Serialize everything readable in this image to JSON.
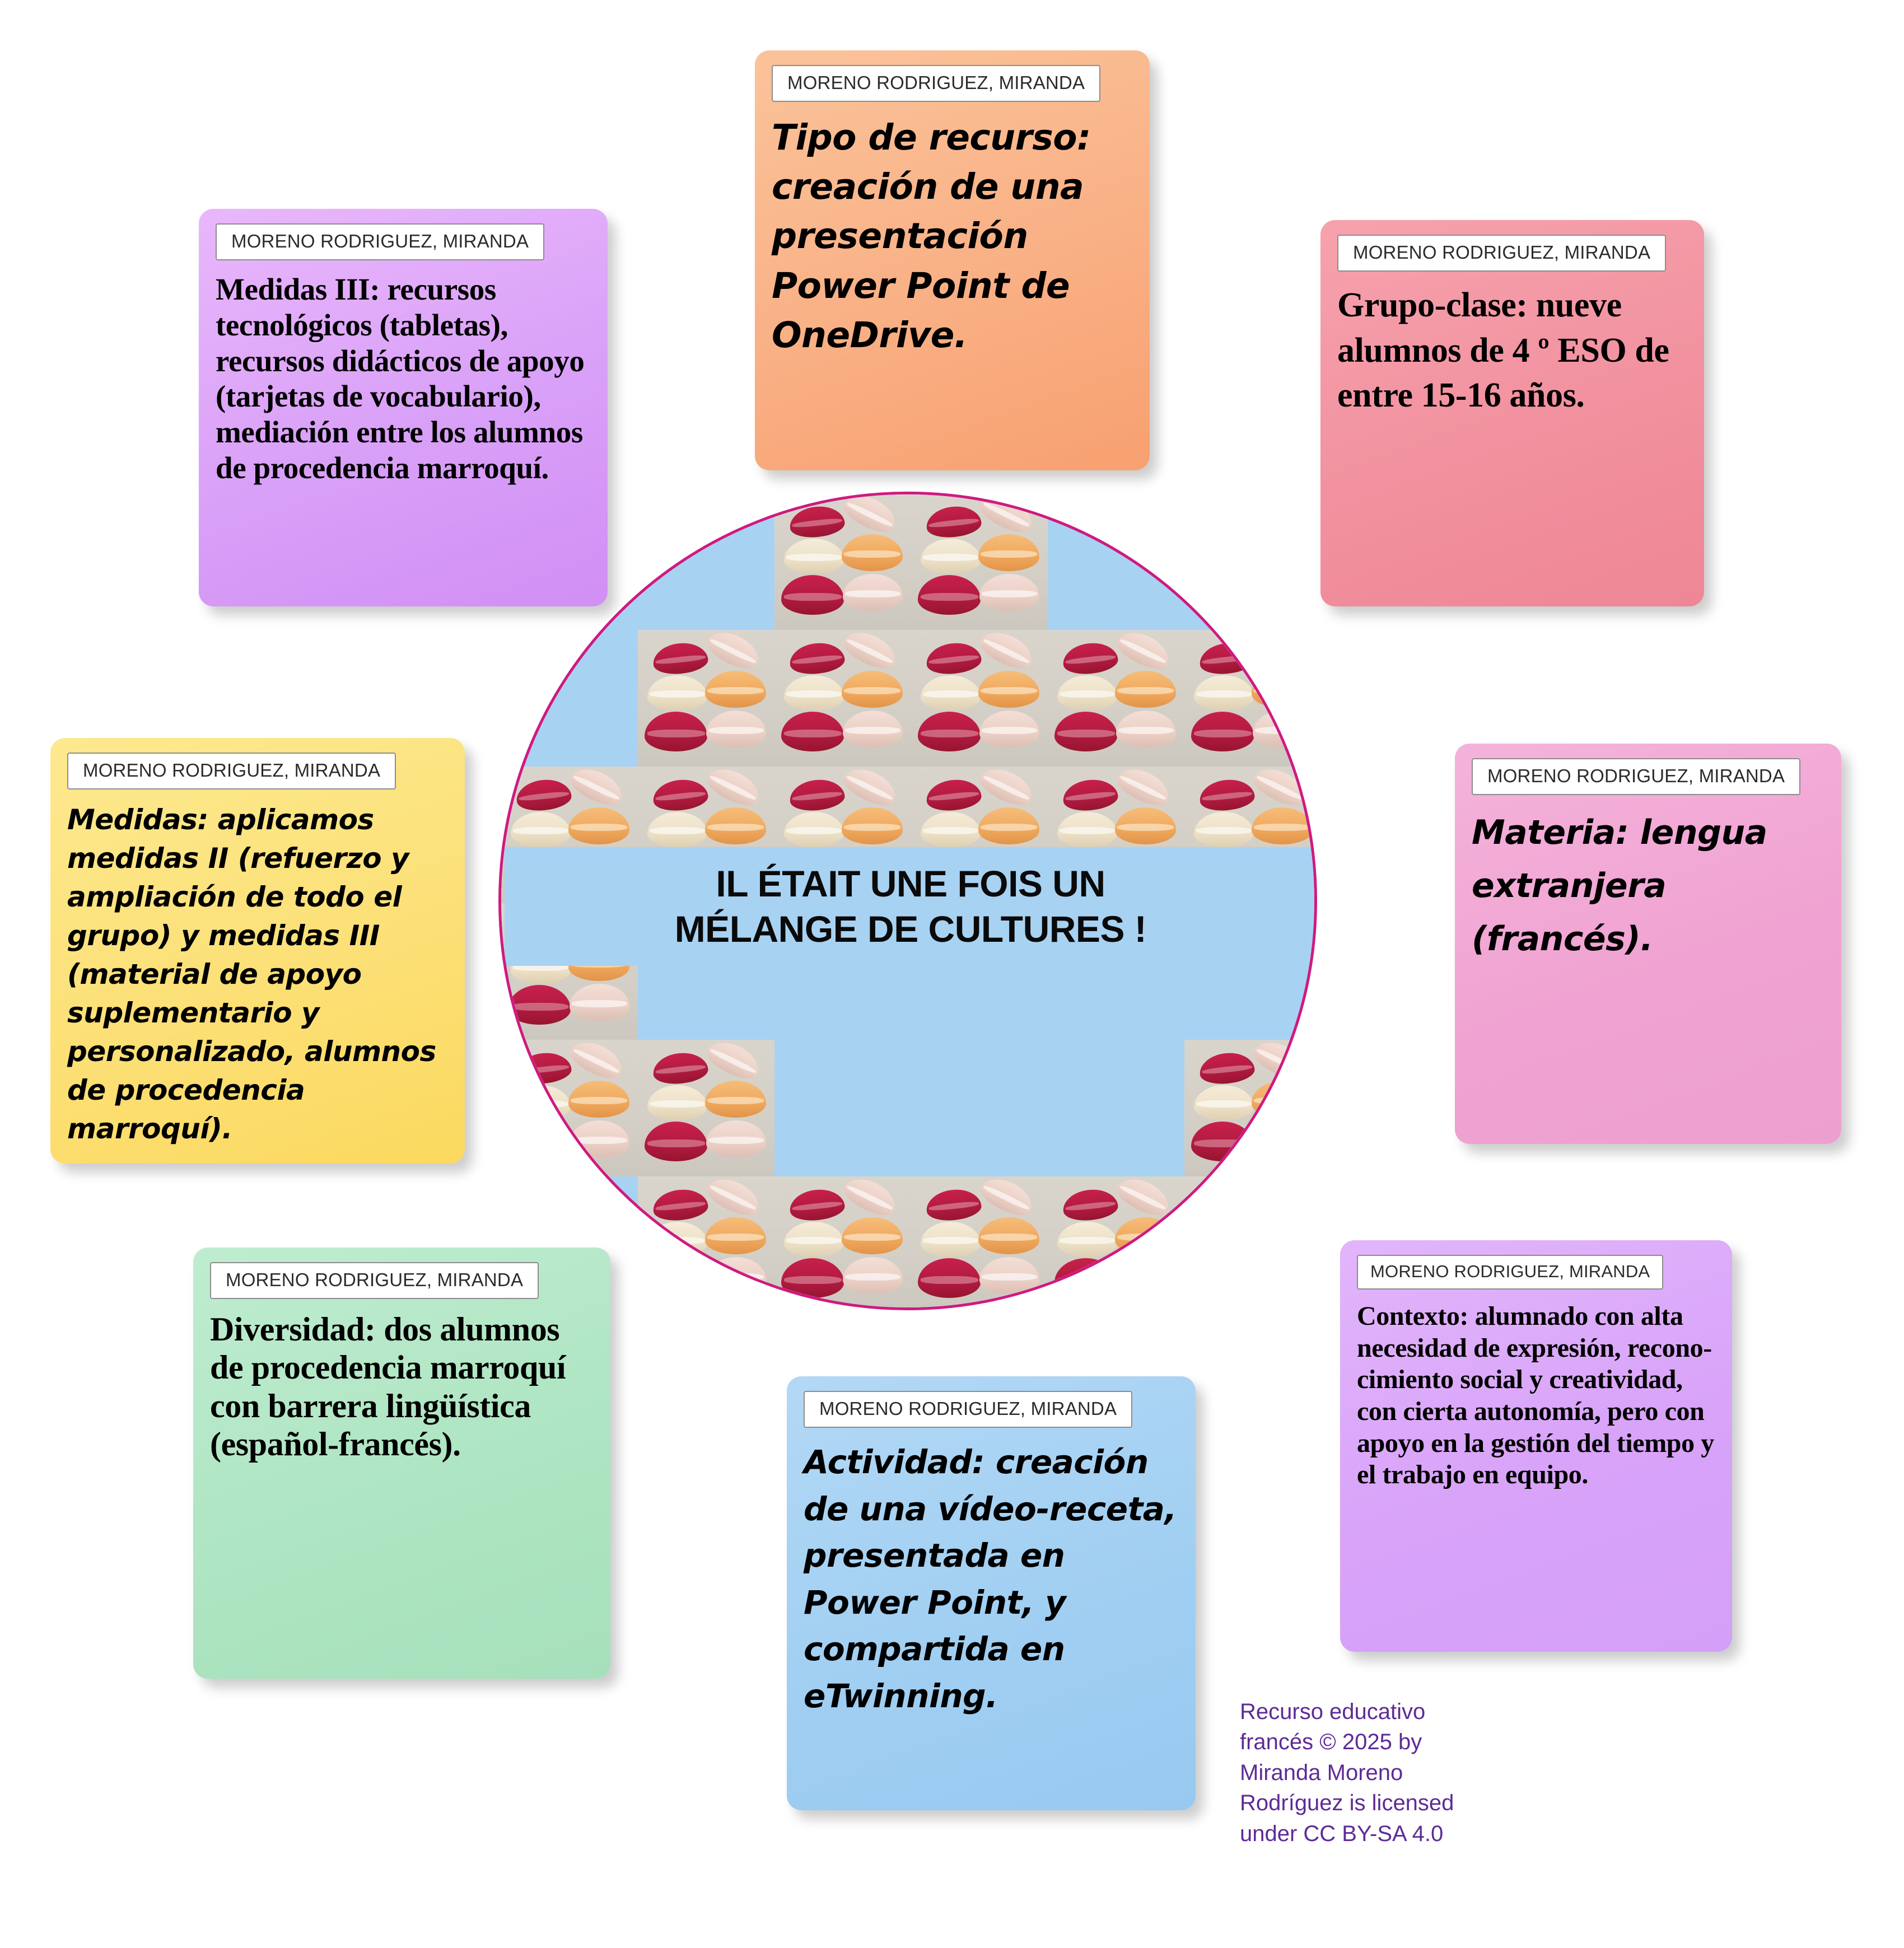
{
  "author_badge": "MORENO RODRIGUEZ, MIRANDA",
  "colors": {
    "circle_fill": "#a8d2f2",
    "circle_border": "#cf1a80",
    "license_text": "#5e2b96",
    "note_purple": "#d9a0f8",
    "note_orange": "#f9b085",
    "note_salmon": "#f2919f",
    "note_yellow": "#fce077",
    "note_pink": "#f0a3d2",
    "note_green": "#aee5c2",
    "note_blue": "#a1cff2",
    "note_violet": "#d8a3f9"
  },
  "center": {
    "title": "IL ÉTAIT UNE FOIS UN MÉLANGE DE CULTURES !",
    "image_subject": "macarons"
  },
  "notes": [
    {
      "id": "medidas3",
      "header": "MORENO RODRIGUEZ, MIRANDA",
      "body": "Medidas III: recursos tecnológicos (tabletas), recursos didácticos de apoyo (tarjetas de vocabulario), mediación entre los alumnos de procedencia marroquí.",
      "color": "#d9a0f8"
    },
    {
      "id": "tipo",
      "header": "MORENO RODRIGUEZ, MIRANDA",
      "body": "Tipo de recurso: creación de una presentación Power Point de OneDrive.",
      "color": "#f9b085"
    },
    {
      "id": "grupo",
      "header": "MORENO RODRIGUEZ, MIRANDA",
      "body": "Grupo-clase: nueve alumnos de 4 º ESO de entre 15-16 años.",
      "color": "#f2919f"
    },
    {
      "id": "medidas",
      "header": "MORENO RODRIGUEZ, MIRANDA",
      "body": "Medidas: aplicamos medidas II (refuerzo y ampliación de todo el grupo) y medidas III (material de apoyo suplementario y personalizado, alumnos de procedencia marroquí).",
      "color": "#fce077"
    },
    {
      "id": "materia",
      "header": "MORENO RODRIGUEZ, MIRANDA",
      "body": "Materia: lengua extranjera (francés).",
      "color": "#f0a3d2"
    },
    {
      "id": "diversidad",
      "header": "MORENO RODRIGUEZ, MIRANDA",
      "body": "Diversidad: dos alumnos de procedencia marroquí con barrera lingüística (español-francés).",
      "color": "#aee5c2"
    },
    {
      "id": "actividad",
      "header": "MORENO RODRIGUEZ, MIRANDA",
      "body": "Actividad: creación de una vídeo-receta, presentada en Power Point, y compartida en eTwinning.",
      "color": "#a1cff2"
    },
    {
      "id": "contexto",
      "header": "MORENO RODRIGUEZ, MIRANDA",
      "body": "Contexto: alumnado con alta necesidad de expresión, recono-cimiento social y creatividad, con cierta autonomía, pero con apoyo en la gestión del tiempo y el trabajo en equipo.",
      "color": "#d8a3f9"
    }
  ],
  "license": "Recurso educativo francés © 2025 by Miranda Moreno Rodríguez is licensed under CC BY-SA 4.0"
}
